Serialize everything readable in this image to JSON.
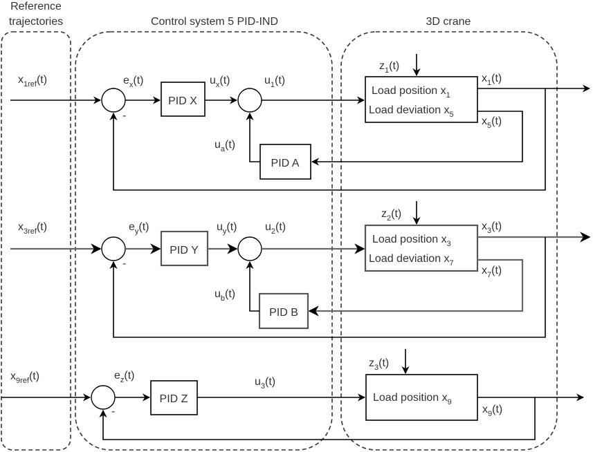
{
  "groups": {
    "reference": {
      "line1": "Reference",
      "line2": "trajectories"
    },
    "control": {
      "title": "Control system 5 PID-IND"
    },
    "crane": {
      "title": "3D crane"
    }
  },
  "rows": [
    {
      "ref": {
        "base": "x",
        "sub": "1ref",
        "suffix": "(t)"
      },
      "error": {
        "base": "e",
        "sub": "x",
        "suffix": "(t)"
      },
      "pid_main": "PID X",
      "u_main": {
        "base": "u",
        "sub": "x",
        "suffix": "(t)"
      },
      "u_sum": {
        "base": "u",
        "sub": "1",
        "suffix": "(t)"
      },
      "u_aux": {
        "base": "u",
        "sub": "a",
        "suffix": "(t)"
      },
      "pid_aux": "PID A",
      "disturbance": {
        "base": "z",
        "sub": "1",
        "suffix": "(t)"
      },
      "plant_line1": {
        "text": "Load position x",
        "sub": "1"
      },
      "plant_line2": {
        "text": "Load deviation x",
        "sub": "5"
      },
      "out_main": {
        "base": "x",
        "sub": "1",
        "suffix": "(t)"
      },
      "out_aux": {
        "base": "x",
        "sub": "5",
        "suffix": "(t)"
      },
      "minus": "-"
    },
    {
      "ref": {
        "base": "x",
        "sub": "3ref",
        "suffix": "(t)"
      },
      "error": {
        "base": "e",
        "sub": "y",
        "suffix": "(t)"
      },
      "pid_main": "PID Y",
      "u_main": {
        "base": "u",
        "sub": "y",
        "suffix": "(t)"
      },
      "u_sum": {
        "base": "u",
        "sub": "2",
        "suffix": "(t)"
      },
      "u_aux": {
        "base": "u",
        "sub": "b",
        "suffix": "(t)"
      },
      "pid_aux": "PID B",
      "disturbance": {
        "base": "z",
        "sub": "2",
        "suffix": "(t)"
      },
      "plant_line1": {
        "text": "Load position x",
        "sub": "3"
      },
      "plant_line2": {
        "text": "Load deviation x",
        "sub": "7"
      },
      "out_main": {
        "base": "x",
        "sub": "3",
        "suffix": "(t)"
      },
      "out_aux": {
        "base": "x",
        "sub": "7",
        "suffix": "(t)"
      },
      "minus": "-"
    },
    {
      "ref": {
        "base": "x",
        "sub": "9ref",
        "suffix": "(t)"
      },
      "error": {
        "base": "e",
        "sub": "z",
        "suffix": "(t)"
      },
      "pid_main": "PID Z",
      "u_main": {
        "base": "u",
        "sub": "3",
        "suffix": "(t)"
      },
      "disturbance": {
        "base": "z",
        "sub": "3",
        "suffix": "(t)"
      },
      "plant_line1": {
        "text": "Load position x",
        "sub": "9"
      },
      "out_main": {
        "base": "x",
        "sub": "9",
        "suffix": "(t)"
      },
      "minus": "-"
    }
  ]
}
